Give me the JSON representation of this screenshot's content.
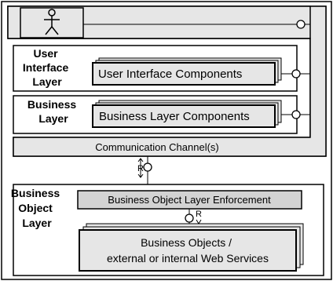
{
  "user_interface_layer": {
    "title_lines": [
      "User",
      "Interface",
      "Layer"
    ],
    "component_label": "User Interface Components"
  },
  "business_layer": {
    "title_lines": [
      "Business",
      "Layer"
    ],
    "component_label": "Business Layer  Components"
  },
  "communication_channel": {
    "label": "Communication Channel(s)",
    "connector_label": "R"
  },
  "business_object_layer": {
    "title_lines": [
      "Business",
      "Object",
      "Layer"
    ],
    "enforcement_label": "Business Object Layer Enforcement",
    "connector_label": "R",
    "objects_lines": [
      "Business Objects /",
      "external or internal Web Services"
    ]
  },
  "actor": {
    "icon": "stick-figure-actor-icon"
  },
  "colors": {
    "gray_fill": "#e6e6e6",
    "enforcement_fill": "#d3d3d3",
    "stroke": "#000000",
    "background": "#ffffff"
  }
}
